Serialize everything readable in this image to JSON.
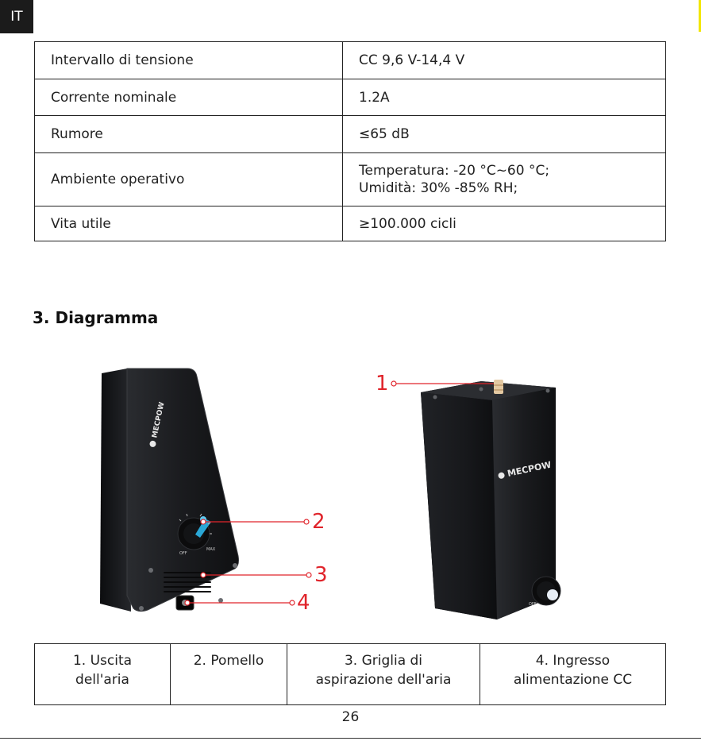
{
  "page": {
    "lang_tab": "IT",
    "page_number": "26"
  },
  "specs": {
    "rows": [
      {
        "label": "Intervallo di tensione",
        "value": "CC 9,6 V-14,4 V"
      },
      {
        "label": "Corrente nominale",
        "value": "1.2A"
      },
      {
        "label": "Rumore",
        "value": "≤65 dB"
      },
      {
        "label": "Ambiente operativo",
        "value": "Temperatura: -20 °C~60 °C;",
        "value2": "Umidità: 30% -85% RH;"
      },
      {
        "label": "Vita utile",
        "value": "≥100.000 cicli"
      }
    ]
  },
  "section": {
    "title": "3. Diagramma"
  },
  "figure": {
    "brand": "MECPOW",
    "knob_labels": {
      "off": "OFF",
      "max": "MAX"
    },
    "callouts": [
      "1",
      "2",
      "3",
      "4"
    ],
    "callout_color": "#e0242b"
  },
  "legend": {
    "items": [
      {
        "line1": "1. Uscita",
        "line2": "dell'aria"
      },
      {
        "line1": "2. Pomello",
        "line2": ""
      },
      {
        "line1": "3. Griglia di",
        "line2": "aspirazione dell'aria"
      },
      {
        "line1": "4. Ingresso",
        "line2": "alimentazione CC"
      }
    ]
  }
}
